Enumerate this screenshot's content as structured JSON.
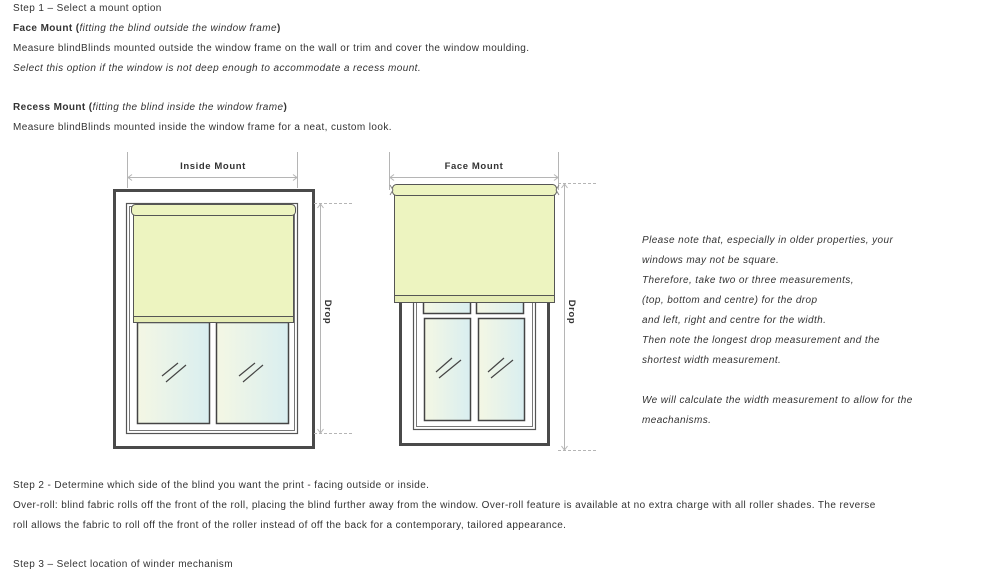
{
  "step1": {
    "heading": "Step 1 – Select a mount option",
    "face_mount": {
      "title": "Face Mount",
      "paren_open": " (",
      "subtitle": "fitting the blind outside the window frame",
      "paren_close": ")",
      "description": "Measure blindBlinds mounted outside the window frame on the wall or trim and cover the window moulding.",
      "hint": "Select this option if the window is not deep enough to accommodate a recess mount."
    },
    "recess_mount": {
      "title": "Recess Mount",
      "paren_open": " (",
      "subtitle": "fitting the blind inside the window frame",
      "paren_close": ")",
      "description": "Measure blindBlinds mounted inside the window frame for a neat, custom look."
    }
  },
  "diagram": {
    "inside_mount_label": "Inside Mount",
    "face_mount_label": "Face Mount",
    "drop_label": "Drop",
    "blind_color": "#edf4c0",
    "frame_color": "#4a4a4a",
    "guide_color": "#b5b5b5"
  },
  "note": {
    "lines": [
      "Please note that, especially in older properties, your",
      "windows may not be square.",
      "Therefore, take two or three measurements,",
      "(top, bottom and centre) for the drop",
      "and left, right and centre for the width.",
      "Then note the longest drop measurement and the",
      "shortest width measurement."
    ],
    "lines2": [
      "We will calculate the width measurement to allow for the",
      "meachanisms."
    ]
  },
  "step2": {
    "heading": "Step 2 - Determine which side of the blind you want the print - facing outside or inside.",
    "line1": "Over-roll: blind fabric rolls off the front of the roll, placing the blind further away from the window. Over-roll feature is available at no extra charge with all roller shades. The reverse",
    "line2": "roll allows the fabric to roll off the front of the roller instead of off the back for a contemporary, tailored appearance."
  },
  "step3": {
    "heading": "Step 3 – Select location of winder mechanism"
  }
}
